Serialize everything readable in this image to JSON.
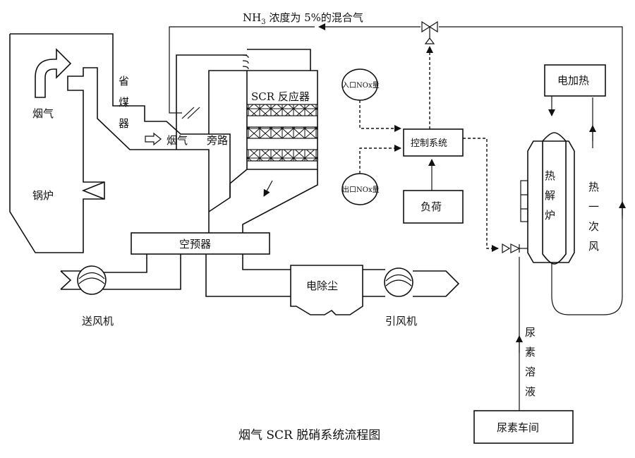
{
  "caption": "烟气 SCR 脱硝系统流程图",
  "labels": {
    "nh3_prefix": "NH",
    "nh3_sub": "3",
    "nh3_rest": " 浓度为 5%的混合气",
    "flue_gas_boiler": "烟气",
    "boiler": "锅炉",
    "economizer": [
      "省",
      "煤",
      "器"
    ],
    "flue_gas": "烟气",
    "bypass": "旁路",
    "scr_reactor": "SCR 反应器",
    "inlet_nox": "入口NOx量",
    "outlet_nox": "出口NOx量",
    "control_system": "控制系统",
    "load": "负荷",
    "air_preheater": "空预器",
    "supply_fan": "送风机",
    "esp": "电除尘",
    "induced_fan": "引风机",
    "electric_heating": "电加热",
    "pyrolysis_furnace": [
      "热",
      "解",
      "炉"
    ],
    "hot_primary_air": [
      "热",
      "一",
      "次",
      "风"
    ],
    "urea_solution": [
      "尿",
      "素",
      "溶",
      "液"
    ],
    "urea_workshop": "尿素车间"
  }
}
